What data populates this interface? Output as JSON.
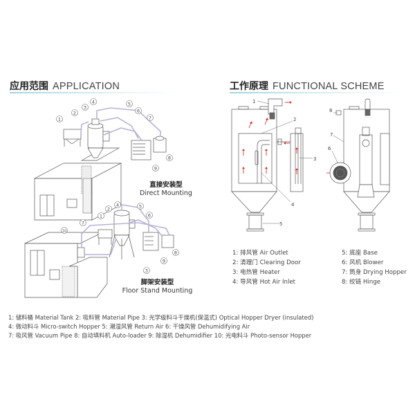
{
  "sections": {
    "application": {
      "cn": "应用范围",
      "en": "APPLICATION"
    },
    "functional": {
      "cn": "工作原理",
      "en": "FUNCTIONAL SCHEME"
    }
  },
  "mounting": {
    "direct": {
      "cn": "直接安装型",
      "en": "Direct Mounting"
    },
    "floor": {
      "cn": "脚架安装型",
      "en": "Floor Stand Mounting"
    }
  },
  "callouts": [
    "1",
    "2",
    "3",
    "4",
    "5",
    "6",
    "7",
    "8",
    "9",
    "10"
  ],
  "scheme_legend": [
    {
      "no": "1:",
      "text": "排风管  Air Outlet"
    },
    {
      "no": "2:",
      "text": "清理门 Clearing Door"
    },
    {
      "no": "3:",
      "text": "电热管 Heater"
    },
    {
      "no": "4:",
      "text": "导风管 Hot Air Inlet"
    },
    {
      "no": "5:",
      "text": "底座 Base"
    },
    {
      "no": "6:",
      "text": "风机 Blower"
    },
    {
      "no": "7:",
      "text": "筒身 Drying Hopper"
    },
    {
      "no": "8:",
      "text": "绞链 Hinge"
    }
  ],
  "application_legend": [
    "1: 储料桶 Material Tank  2: 吸料管 Material Pipe  3: 光学级料斗干燥机(保温式) Optical Hopper Dryer (insulated)",
    "4: 微动料斗 Micro-switch Hopper  5: 潮湿风管 Return Air  6: 干燥风管 Dehumidifying Air",
    "7: 吸风管 Vacuum Pipe  8: 自动填料机 Auto-loader  9: 除湿机 Dehumidifier  10: 光电料斗 Photo-sensor Hopper"
  ],
  "colors": {
    "arrow": "#e0322b",
    "pipe": "#b9b3d6",
    "accent_line": "#9fd3df"
  }
}
